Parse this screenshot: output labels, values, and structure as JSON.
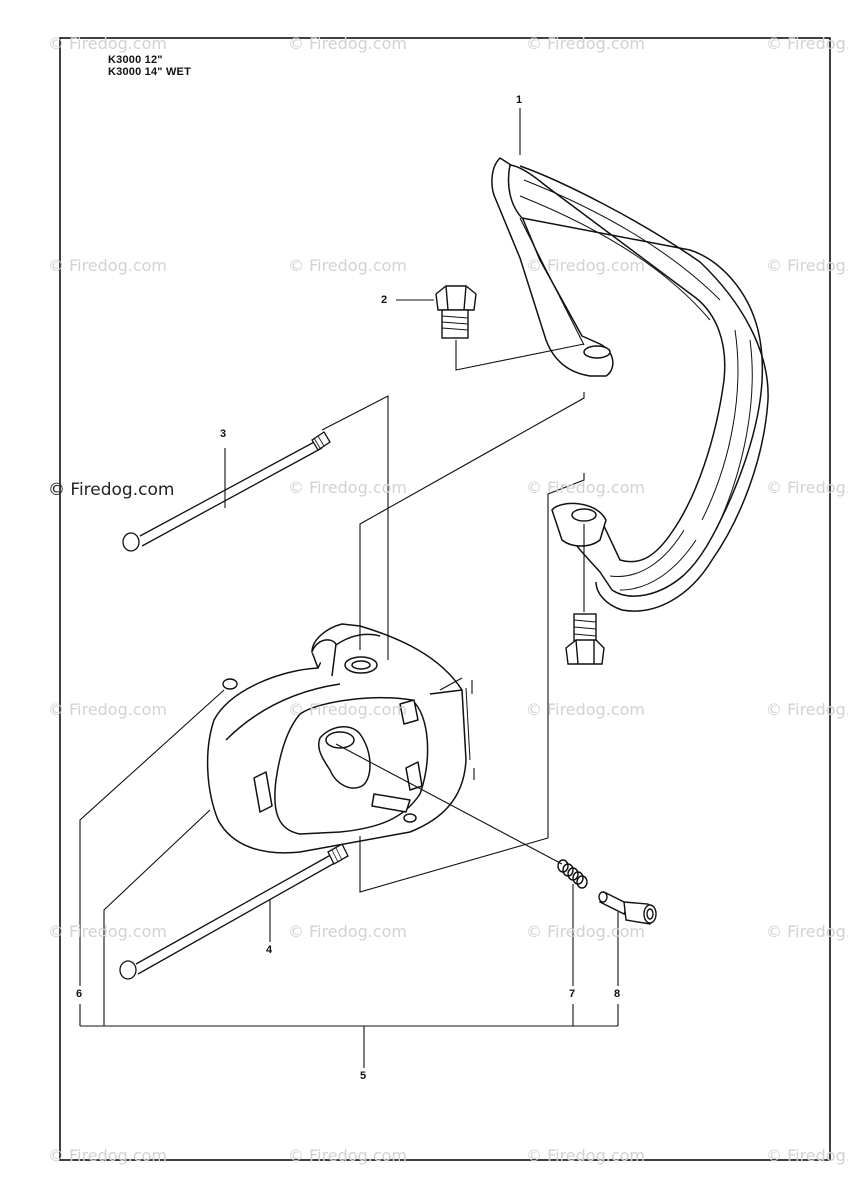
{
  "header": {
    "model_line_1": "K3000 12\"",
    "model_line_2": "K3000 14\" WET"
  },
  "watermark": {
    "text": "© Firedog.com"
  },
  "callouts": [
    "1",
    "2",
    "3",
    "4",
    "5",
    "6",
    "7",
    "8"
  ],
  "parts": {
    "handle": "handle-icon",
    "bolt": "hex-bolt-icon",
    "long_bolt": "long-bolt-icon",
    "housing": "housing-icon",
    "o_ring": "o-ring-icon",
    "spring": "spring-icon",
    "pin": "pin-icon"
  },
  "colors": {
    "line": "#111111",
    "watermark": "#d2d2d2"
  }
}
